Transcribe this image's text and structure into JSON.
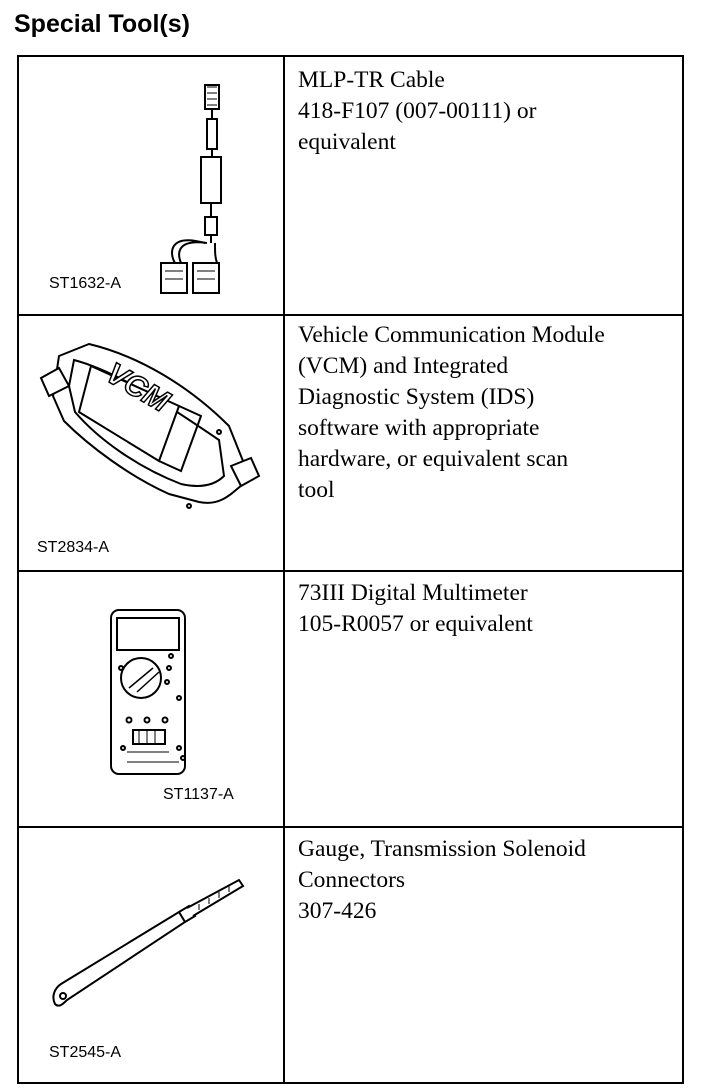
{
  "heading": "Special Tool(s)",
  "tools": [
    {
      "image_code": "ST1632-A",
      "icon": "cable-icon",
      "lines": [
        "MLP-TR Cable",
        "418-F107 (007-00111) or",
        "equivalent"
      ]
    },
    {
      "image_code": "ST2834-A",
      "icon": "vcm-icon",
      "vcm_label": "VCM",
      "lines": [
        "Vehicle Communication Module",
        "(VCM) and Integrated",
        "Diagnostic System (IDS)",
        "software with appropriate",
        "hardware, or equivalent scan",
        "tool"
      ]
    },
    {
      "image_code": "ST1137-A",
      "icon": "multimeter-icon",
      "lines": [
        "73III Digital Multimeter",
        "105-R0057 or equivalent"
      ]
    },
    {
      "image_code": "ST2545-A",
      "icon": "gauge-icon",
      "lines": [
        "Gauge, Transmission Solenoid",
        "Connectors",
        "307-426"
      ]
    }
  ]
}
